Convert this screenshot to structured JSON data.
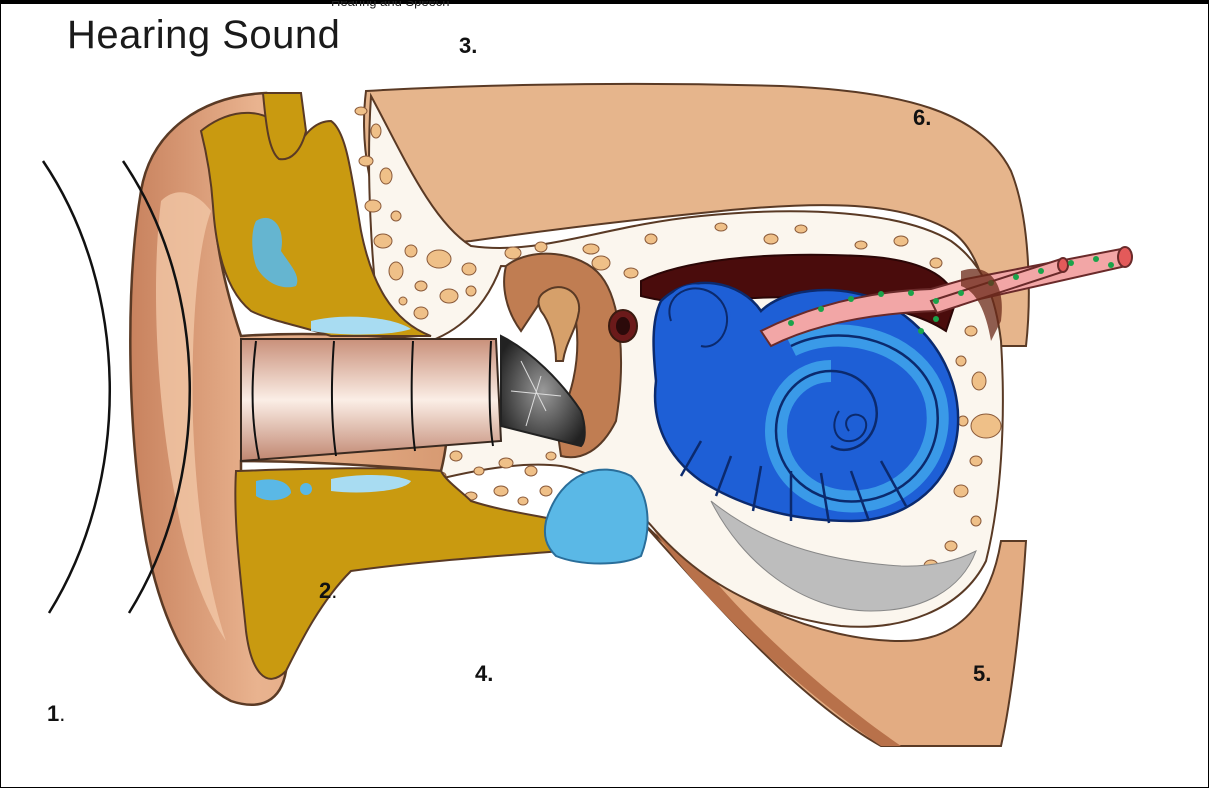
{
  "header": {
    "caption": "Hearing and Speech"
  },
  "title": "Hearing Sound",
  "labels": {
    "one": {
      "num": "1",
      "dot": "."
    },
    "two": {
      "num": "2",
      "dot": "."
    },
    "three": "3.",
    "four": "4.",
    "five": "5.",
    "six": "6."
  },
  "colors": {
    "skin": "#d9a27a",
    "skin_dark": "#b5704a",
    "cartilage": "#c99a10",
    "bone": "#f0c28c",
    "cochlea": "#1e5fd6",
    "cochlea_light": "#3a9ae8",
    "nerve": "#f2a6a6",
    "nerve_dot": "#1aa34a",
    "fluid": "#5ab8e6"
  }
}
